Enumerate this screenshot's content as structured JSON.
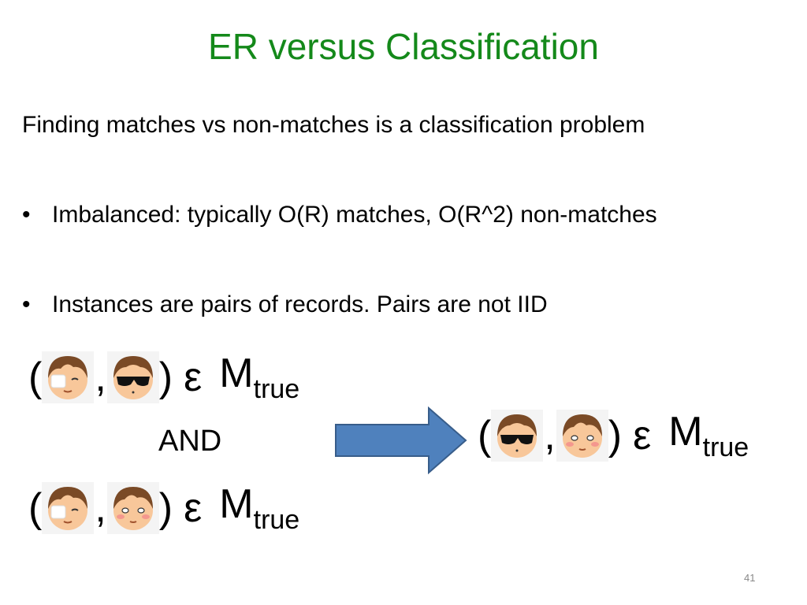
{
  "slide": {
    "title": "ER versus Classification",
    "intro": "Finding matches vs non-matches is a classification problem",
    "bullets": [
      "Imbalanced: typically O(R) matches, O(R^2) non-matches",
      "Instances are pairs of records. Pairs are not IID"
    ],
    "bullet_char": "•",
    "and_label": "AND",
    "page_number": "41",
    "expression": {
      "open": "(",
      "comma": ",",
      "close": ")",
      "epsilon": "ε",
      "M": "M",
      "subscript": "true"
    },
    "faces": {
      "row1": [
        "bandaged-face-icon",
        "sunglasses-face-icon"
      ],
      "row2": [
        "bandaged-face-icon",
        "blushing-face-icon"
      ],
      "result": [
        "sunglasses-face-icon",
        "blushing-face-icon"
      ]
    },
    "colors": {
      "title": "#14891a",
      "arrow_fill": "#4f81bd",
      "arrow_stroke": "#385d8a",
      "hair": "#7a4a26",
      "skin": "#f8c79a"
    }
  }
}
